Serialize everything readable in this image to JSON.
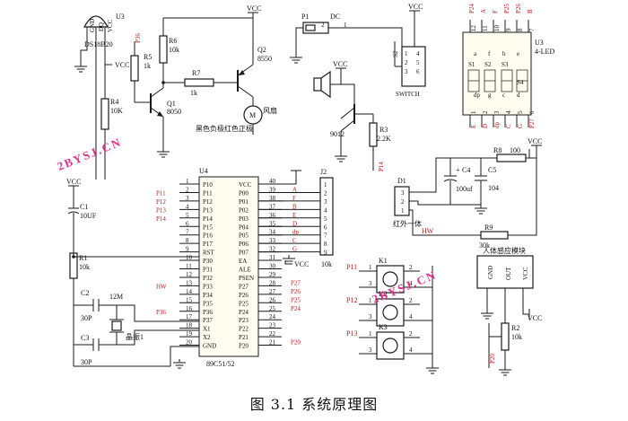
{
  "caption": "图 3.1 系统原理图",
  "watermark": "2BYSJ.CN",
  "colors": {
    "net_label": "#c21b1b",
    "watermark": "#e0308e",
    "wire": "#1a1a1a"
  },
  "mcu": {
    "ref": "U4",
    "part": "89C51/52",
    "left_pins": [
      {
        "num": "1",
        "name": "P10",
        "net": ""
      },
      {
        "num": "2",
        "name": "P11",
        "net": "P11"
      },
      {
        "num": "3",
        "name": "P12",
        "net": "P12"
      },
      {
        "num": "4",
        "name": "P13",
        "net": "P13"
      },
      {
        "num": "5",
        "name": "P14",
        "net": "P14"
      },
      {
        "num": "6",
        "name": "P15",
        "net": ""
      },
      {
        "num": "7",
        "name": "P16",
        "net": ""
      },
      {
        "num": "8",
        "name": "P17",
        "net": ""
      },
      {
        "num": "9",
        "name": "RST",
        "net": ""
      },
      {
        "num": "10",
        "name": "P30",
        "net": ""
      },
      {
        "num": "11",
        "name": "P31",
        "net": ""
      },
      {
        "num": "12",
        "name": "P32",
        "net": ""
      },
      {
        "num": "13",
        "name": "P33",
        "net": "HW"
      },
      {
        "num": "14",
        "name": "P34",
        "net": ""
      },
      {
        "num": "15",
        "name": "P35",
        "net": ""
      },
      {
        "num": "16",
        "name": "P36",
        "net": "P36"
      },
      {
        "num": "17",
        "name": "P37",
        "net": ""
      },
      {
        "num": "18",
        "name": "X1",
        "net": ""
      },
      {
        "num": "19",
        "name": "X2",
        "net": ""
      },
      {
        "num": "20",
        "name": "GND",
        "net": ""
      }
    ],
    "right_pins": [
      {
        "num": "40",
        "name": "VCC",
        "net": ""
      },
      {
        "num": "39",
        "name": "P00",
        "net": "A"
      },
      {
        "num": "38",
        "name": "P01",
        "net": "F"
      },
      {
        "num": "37",
        "name": "P02",
        "net": "B"
      },
      {
        "num": "36",
        "name": "P03",
        "net": "E"
      },
      {
        "num": "35",
        "name": "P04",
        "net": "D"
      },
      {
        "num": "34",
        "name": "P05",
        "net": "dp"
      },
      {
        "num": "33",
        "name": "P06",
        "net": "C"
      },
      {
        "num": "32",
        "name": "P07",
        "net": "G"
      },
      {
        "num": "31",
        "name": "EA",
        "net": ""
      },
      {
        "num": "30",
        "name": "ALE",
        "net": ""
      },
      {
        "num": "29",
        "name": "PSEN",
        "net": ""
      },
      {
        "num": "28",
        "name": "P27",
        "net": "P27"
      },
      {
        "num": "27",
        "name": "P26",
        "net": "P26"
      },
      {
        "num": "26",
        "name": "P25",
        "net": "P25"
      },
      {
        "num": "25",
        "name": "P24",
        "net": "P24"
      },
      {
        "num": "24",
        "name": "P23",
        "net": ""
      },
      {
        "num": "23",
        "name": "P22",
        "net": ""
      },
      {
        "num": "22",
        "name": "P21",
        "net": ""
      },
      {
        "num": "21",
        "name": "P20",
        "net": "P20"
      }
    ]
  },
  "j2": {
    "ref": "J2",
    "value": "10k",
    "pins": [
      "1",
      "2",
      "3",
      "4",
      "5",
      "6",
      "7",
      "8",
      "9"
    ]
  },
  "ea_vcc": "VCC",
  "u3_sensor": {
    "ref": "U3",
    "part": "DS18B20",
    "pins": [
      "GND",
      "DQ",
      "VCC"
    ],
    "net": "P36",
    "vcc": "VCC"
  },
  "r5": {
    "ref": "R5",
    "value": "1k"
  },
  "r4": {
    "ref": "R4",
    "value": "10K"
  },
  "q1": {
    "ref": "Q1",
    "value": "8050"
  },
  "r6": {
    "ref": "R6",
    "value": "10k"
  },
  "r7": {
    "ref": "R7",
    "value": "1k"
  },
  "q2": {
    "ref": "Q2",
    "value": "8550"
  },
  "fan": {
    "ref": "M",
    "label": "风扇",
    "note": "黑色负极红色正极",
    "vcc": "VCC"
  },
  "p1": {
    "ref": "P1",
    "value": "DC",
    "pins": [
      "2",
      "1"
    ]
  },
  "s2": {
    "ref": "S2",
    "value": "SWITCH",
    "pins": [
      "1",
      "2",
      "3",
      "4",
      "5",
      "6"
    ],
    "vcc": "VCC"
  },
  "buzzer": {
    "vcc": "VCC"
  },
  "q_buzzer": {
    "value": "9012"
  },
  "r3": {
    "ref": "R3",
    "value": "2.2K",
    "net": "P14"
  },
  "led4": {
    "ref": "U3",
    "part": "4-LED",
    "top_pins": [
      "12",
      "11",
      "10",
      "9",
      "8",
      "7"
    ],
    "top_labels": [
      "P24",
      "A",
      "F",
      "P25",
      "P26",
      "B"
    ],
    "digits": [
      "S1",
      "S2",
      "S3",
      "S4"
    ],
    "segs": [
      "a",
      "b",
      "c",
      "d",
      "e",
      "f",
      "g",
      "dp"
    ],
    "bottom_pins": [
      "1",
      "2",
      "3",
      "4",
      "5",
      "6"
    ],
    "bottom_labels": [
      "E",
      "D",
      "dp",
      "C",
      "G",
      "P27"
    ]
  },
  "c1": {
    "ref": "C1",
    "value": "10UF",
    "vcc": "VCC"
  },
  "r1": {
    "ref": "R1",
    "value": "10k"
  },
  "c2": {
    "ref": "C2",
    "value": "30P"
  },
  "c3": {
    "ref": "C3",
    "value": "30P"
  },
  "crystal": {
    "value": "12M",
    "label": "晶振1"
  },
  "d1": {
    "ref": "D1",
    "label": "红外一体",
    "pins": [
      "3",
      "2",
      "1"
    ],
    "net": "HW"
  },
  "c4": {
    "ref": "C4",
    "value": "100uf",
    "pol": "+"
  },
  "c5": {
    "ref": "C5",
    "value": "104"
  },
  "r8": {
    "ref": "R8",
    "value": "100",
    "vcc": "VCC"
  },
  "r9": {
    "ref": "R9",
    "value": "30k"
  },
  "pir": {
    "label": "人体感应模块",
    "pins": [
      "GND",
      "OUT",
      "VCC"
    ],
    "vcc": "VCC"
  },
  "r2": {
    "ref": "R2",
    "value": "10k",
    "net": "P20"
  },
  "keys": [
    {
      "ref": "K1",
      "net": "P11",
      "pins": [
        "1",
        "2",
        "3",
        "4"
      ]
    },
    {
      "ref": "K2",
      "net": "P12",
      "pins": [
        "1",
        "2",
        "3",
        "4"
      ]
    },
    {
      "ref": "K3",
      "net": "P13",
      "pins": [
        "1",
        "2",
        "3",
        "4"
      ]
    }
  ]
}
